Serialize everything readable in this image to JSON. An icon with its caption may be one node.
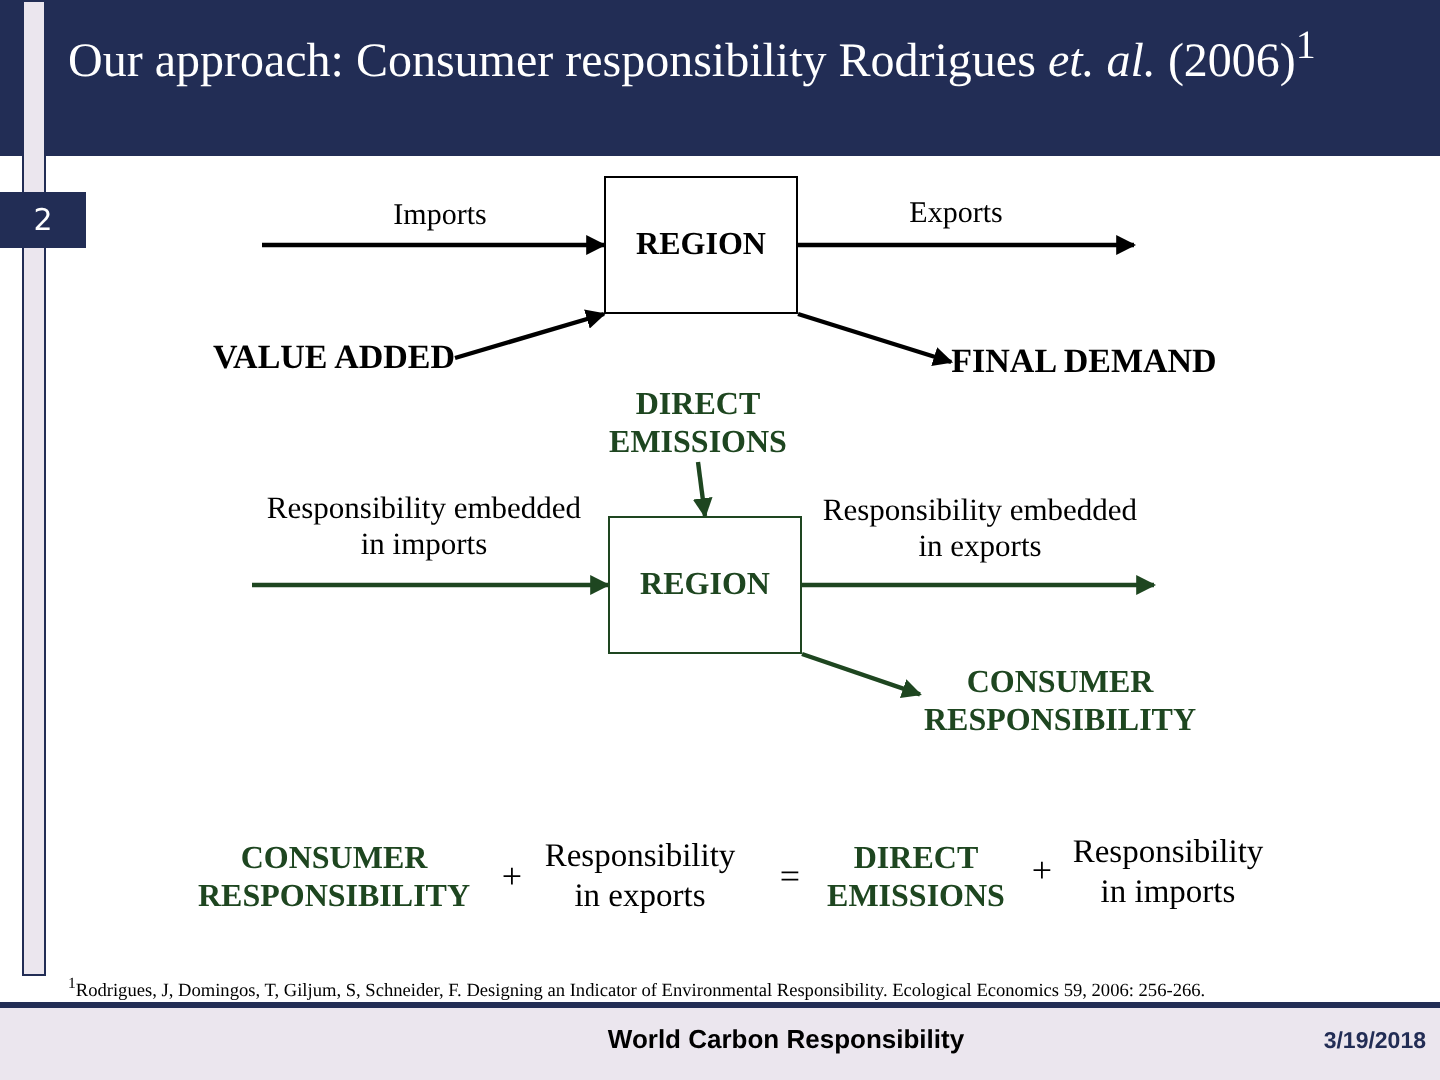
{
  "diagram": {
    "title": "Our approach: Consumer responsibility Rodrigues *et. al.* (2006)$^{1}$",
    "nodes": [
      {
        "text": [
          "REGION"
        ]
      },
      {
        "text": [
          "VALUE ADDED"
        ]
      },
      {
        "text": [
          "FINAL DEMAND"
        ]
      },
      {
        "text": [
          "DIRECT EMISSIONS"
        ]
      },
      {
        "text": [
          "REGION"
        ]
      },
      {
        "text": [
          "CONSUMER RESPONSIBILITY"
        ]
      }
    ],
    "edges": [
      {
        "from": null,
        "to": 0,
        "arrow": "to",
        "label": "Imports"
      },
      {
        "from": 0,
        "to": null,
        "arrow": "to",
        "label": "Exports"
      },
      {
        "from": 1,
        "to": 0,
        "arrow": "to"
      },
      {
        "from": 0,
        "to": 2,
        "arrow": "to"
      },
      {
        "from": 3,
        "to": 4,
        "arrow": "to",
        "color": "#1e4620"
      },
      {
        "from": null,
        "to": 4,
        "arrow": "to",
        "label": "Responsibility embedded in imports",
        "color": "#1e4620"
      },
      {
        "from": 4,
        "to": null,
        "arrow": "to",
        "label": "Responsibility embedded in exports",
        "color": "#1e4620"
      },
      {
        "from": 4,
        "to": 5,
        "arrow": "to",
        "color": "#1e4620"
      }
    ],
    "labels": [
      "2",
      "CONSUMER RESPONSIBILITY",
      "+",
      "Responsibility in exports",
      "=",
      "DIRECT EMISSIONS",
      "+",
      "Responsibility in imports",
      "$^{1}$Rodrigues, J, Domingos, T, Giljum, S, Schneider, F. Designing an Indicator of Environmental Responsibility. Ecological Economics 59, 2006: 256-266.",
      "World Carbon Responsibility",
      "3/19/2018"
    ]
  }
}
